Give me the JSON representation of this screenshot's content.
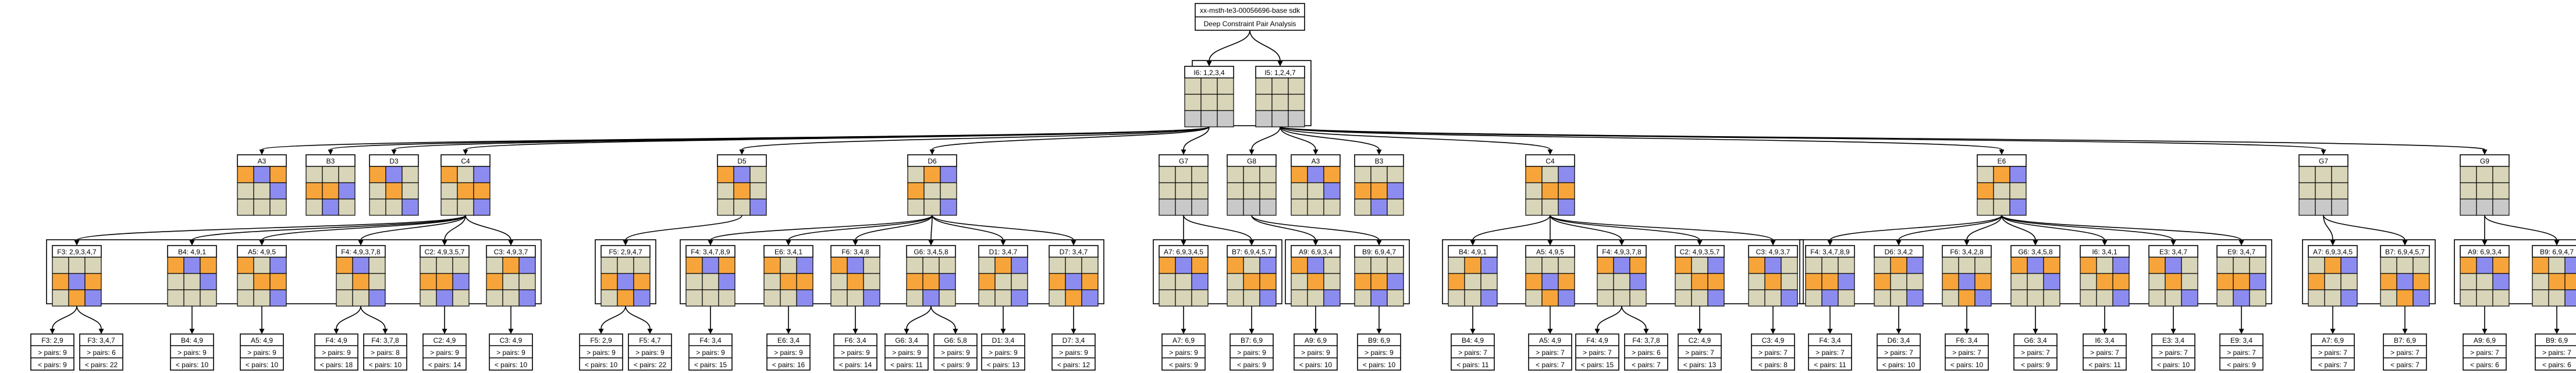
{
  "title": {
    "line1": "xx-msth-te3-00056696-base sdk",
    "line2": "Deep Constraint Pair Analysis"
  },
  "colors": {
    "empty": "#d8d5b9",
    "orange": "#f7a53b",
    "purple": "#8c8cf0",
    "gray": "#c9c9c9",
    "line": "#000000"
  },
  "root_nodes": [
    {
      "label": "I6: 1,2,3,4"
    },
    {
      "label": "I5: 1,2,4,7"
    }
  ],
  "level1": [
    "A3",
    "B3",
    "D3",
    "C4",
    "D5",
    "D6",
    "G7",
    "G8",
    "A3",
    "B3",
    "C4",
    "E6",
    "G7",
    "G9"
  ],
  "pairs": [
    "F3: 2,9,3,4,7",
    "B4: 4,9,1",
    "A5: 4,9,5",
    "F4: 4,9,3,7,8",
    "C2: 4,9,3,5,7",
    "C3: 4,9,3,7",
    "F5: 2,9,4,7",
    "F4: 3,4,7,8,9",
    "E6: 3,4,1",
    "F6: 3,4,8",
    "G6: 3,4,5,8",
    "D1: 3,4,7",
    "D7: 3,4,7",
    "A7: 6,9,3,4,5",
    "B7: 6,9,4,5,7",
    "A9: 6,9,3,4",
    "B9: 6,9,4,7",
    "B4: 4,9,1",
    "A5: 4,9,5",
    "F4: 4,9,3,7,8",
    "C2: 4,9,3,5,7",
    "C3: 4,9,3,7",
    "F4: 3,4,7,8,9",
    "D6: 3,4,2",
    "F6: 3,4,2,8",
    "G6: 3,4,5,8",
    "I6: 3,4,1",
    "E3: 3,4,7",
    "E9: 3,4,7",
    "A7: 6,9,3,4,5",
    "B7: 6,9,4,5,7",
    "A9: 6,9,3,4",
    "B9: 6,9,4,7"
  ],
  "leaves": [
    {
      "label": "F3: 2,9",
      "pairs": "> pairs: 9",
      "cpairs": "< pairs: 9"
    },
    {
      "label": "F3: 3,4,7",
      "pairs": "> pairs: 6",
      "cpairs": "< pairs: 22"
    },
    {
      "label": "B4: 4,9",
      "pairs": "> pairs: 9",
      "cpairs": "< pairs: 10"
    },
    {
      "label": "A5: 4,9",
      "pairs": "> pairs: 9",
      "cpairs": "< pairs: 10"
    },
    {
      "label": "F4: 4,9",
      "pairs": "> pairs: 9",
      "cpairs": "< pairs: 18"
    },
    {
      "label": "F4: 3,7,8",
      "pairs": "> pairs: 8",
      "cpairs": "< pairs: 10"
    },
    {
      "label": "C2: 4,9",
      "pairs": "> pairs: 9",
      "cpairs": "< pairs: 14"
    },
    {
      "label": "C3: 4,9",
      "pairs": "> pairs: 9",
      "cpairs": "< pairs: 10"
    },
    {
      "label": "F5: 2,9",
      "pairs": "> pairs: 9",
      "cpairs": "< pairs: 10"
    },
    {
      "label": "F5: 4,7",
      "pairs": "> pairs: 9",
      "cpairs": "< pairs: 22"
    },
    {
      "label": "F4: 3,4",
      "pairs": "> pairs: 9",
      "cpairs": "< pairs: 15"
    },
    {
      "label": "E6: 3,4",
      "pairs": "> pairs: 9",
      "cpairs": "< pairs: 16"
    },
    {
      "label": "F6: 3,4",
      "pairs": "> pairs: 9",
      "cpairs": "< pairs: 14"
    },
    {
      "label": "G6: 3,4",
      "pairs": "> pairs: 9",
      "cpairs": "< pairs: 11"
    },
    {
      "label": "G6: 5,8",
      "pairs": "> pairs: 9",
      "cpairs": "< pairs: 9"
    },
    {
      "label": "D1: 3,4",
      "pairs": "> pairs: 9",
      "cpairs": "< pairs: 13"
    },
    {
      "label": "D7: 3,4",
      "pairs": "> pairs: 9",
      "cpairs": "< pairs: 12"
    },
    {
      "label": "A7: 6,9",
      "pairs": "> pairs: 9",
      "cpairs": "< pairs: 9"
    },
    {
      "label": "B7: 6,9",
      "pairs": "> pairs: 9",
      "cpairs": "< pairs: 9"
    },
    {
      "label": "A9: 6,9",
      "pairs": "> pairs: 9",
      "cpairs": "< pairs: 10"
    },
    {
      "label": "B9: 6,9",
      "pairs": "> pairs: 9",
      "cpairs": "< pairs: 10"
    },
    {
      "label": "B4: 4,9",
      "pairs": "> pairs: 7",
      "cpairs": "< pairs: 11"
    },
    {
      "label": "A5: 4,9",
      "pairs": "> pairs: 7",
      "cpairs": "< pairs: 7"
    },
    {
      "label": "F4: 4,9",
      "pairs": "> pairs: 7",
      "cpairs": "< pairs: 15"
    },
    {
      "label": "F4: 3,7,8",
      "pairs": "> pairs: 6",
      "cpairs": "< pairs: 7"
    },
    {
      "label": "C2: 4,9",
      "pairs": "> pairs: 7",
      "cpairs": "< pairs: 13"
    },
    {
      "label": "C3: 4,9",
      "pairs": "> pairs: 7",
      "cpairs": "< pairs: 8"
    },
    {
      "label": "F4: 3,4",
      "pairs": "> pairs: 7",
      "cpairs": "< pairs: 11"
    },
    {
      "label": "D6: 3,4",
      "pairs": "> pairs: 7",
      "cpairs": "< pairs: 10"
    },
    {
      "label": "F6: 3,4",
      "pairs": "> pairs: 7",
      "cpairs": "< pairs: 10"
    },
    {
      "label": "G6: 3,4",
      "pairs": "> pairs: 7",
      "cpairs": "< pairs: 9"
    },
    {
      "label": "I6: 3,4",
      "pairs": "> pairs: 7",
      "cpairs": "< pairs: 11"
    },
    {
      "label": "E3: 3,4",
      "pairs": "> pairs: 7",
      "cpairs": "< pairs: 10"
    },
    {
      "label": "E9: 3,4",
      "pairs": "> pairs: 7",
      "cpairs": "< pairs: 9"
    },
    {
      "label": "A7: 6,9",
      "pairs": "> pairs: 7",
      "cpairs": "< pairs: 7"
    },
    {
      "label": "B7: 6,9",
      "pairs": "> pairs: 7",
      "cpairs": "< pairs: 7"
    },
    {
      "label": "A9: 6,9",
      "pairs": "> pairs: 7",
      "cpairs": "< pairs: 6"
    },
    {
      "label": "B9: 6,9",
      "pairs": "> pairs: 7",
      "cpairs": "< pairs: 6"
    }
  ]
}
